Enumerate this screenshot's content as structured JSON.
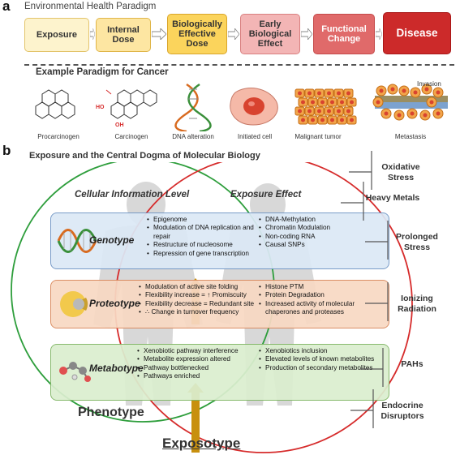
{
  "panel_a": {
    "letter": "a",
    "title": "Environmental Health Paradigm",
    "flow": [
      {
        "label": "Exposure",
        "fill": "#fdf3cd",
        "border": "#e3c46b",
        "color": "#333333"
      },
      {
        "label": "Internal Dose",
        "fill": "#fde6a2",
        "border": "#e0b64a",
        "color": "#333333"
      },
      {
        "label": "Biologically Effective Dose",
        "fill": "#fbd45c",
        "border": "#d9a52a",
        "color": "#333333"
      },
      {
        "label": "Early Biological Effect",
        "fill": "#f3b5b5",
        "border": "#d98080",
        "color": "#333333"
      },
      {
        "label": "Functional Change",
        "fill": "#e06a6a",
        "border": "#c44a4a",
        "color": "#ffffff"
      },
      {
        "label": "Disease",
        "fill": "#cc2a2a",
        "border": "#a81818",
        "color": "#ffffff"
      }
    ],
    "cancer_title": "Example Paradigm for Cancer",
    "stages": [
      "Procarcinogen",
      "Carcinogen",
      "DNA alteration",
      "Initiated cell",
      "Malignant tumor",
      "Metastasis"
    ],
    "carcinogen_labels": [
      "HO",
      "OH"
    ],
    "invasion_label": "Invasion"
  },
  "panel_b": {
    "letter": "b",
    "title": "Exposure and the Central Dogma of Molecular Biology",
    "left_heading": "Cellular Information Level",
    "right_heading": "Exposure Effect",
    "rows": [
      {
        "label": "Genotype",
        "mid": [
          "Epigenome",
          "Modulation of DNA replication and repair",
          "Restructure of nucleosome",
          "Repression of gene transcription"
        ],
        "right": [
          "DNA-Methylation",
          "Chromatin Modulation",
          "Non-coding RNA",
          "Causal SNPs"
        ]
      },
      {
        "label": "Proteotype",
        "mid": [
          "Modulation of active site folding",
          "Flexibility increase = ↑ Promiscuity",
          "Flexibility decrease = Redundant site",
          "∴ Change in turnover frequency"
        ],
        "right": [
          "Histone PTM",
          "Protein Degradation",
          "Increased activity of molecular chaperones and proteases"
        ]
      },
      {
        "label": "Metabotype",
        "mid": [
          "Xenobiotic pathway interference",
          "Metabolite expression altered",
          "Pathway bottlenecked",
          "Pathways enriched"
        ],
        "right": [
          "Xenobiotics inclusion",
          "Elevated levels of known metabolites",
          "Production of secondary metabolites"
        ]
      }
    ],
    "phenotype": "Phenotype",
    "exposotype": "Exposotype",
    "stressors": [
      "Oxidative Stress",
      "Heavy Metals",
      "Prolonged Stress",
      "Ionizing Radiation",
      "PAHs",
      "Endocrine Disruptors"
    ]
  },
  "colors": {
    "green_circle": "#2e9e3c",
    "red_circle": "#d62b2b",
    "genotype_fill": "#dce9f6",
    "genotype_border": "#6f95c4",
    "proteotype_fill": "#f8d9c3",
    "proteotype_border": "#d9875a",
    "metabotype_fill": "#dbeecf",
    "metabotype_border": "#7fb564",
    "arrow": "#c8900e"
  }
}
